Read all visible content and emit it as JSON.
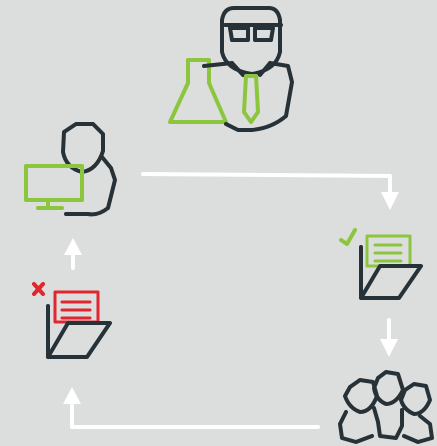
{
  "colors": {
    "background": "#dcdddd",
    "outline": "#263238",
    "accent_green": "#8cc63f",
    "reject_red": "#e0262e",
    "arrow": "#ffffff"
  },
  "nodes": [
    {
      "id": "scientist",
      "icon": "scientist-with-flask-icon"
    },
    {
      "id": "computer-user",
      "icon": "person-at-computer-icon"
    },
    {
      "id": "approved-folder",
      "icon": "approved-document-folder-icon",
      "status": "approved"
    },
    {
      "id": "rejected-folder",
      "icon": "rejected-document-folder-icon",
      "status": "rejected"
    },
    {
      "id": "group",
      "icon": "people-group-icon"
    }
  ],
  "edges": [
    {
      "from": "computer-user",
      "to": "approved-folder"
    },
    {
      "from": "approved-folder",
      "to": "group"
    },
    {
      "from": "group",
      "to": "rejected-folder"
    },
    {
      "from": "rejected-folder",
      "to": "computer-user"
    }
  ]
}
